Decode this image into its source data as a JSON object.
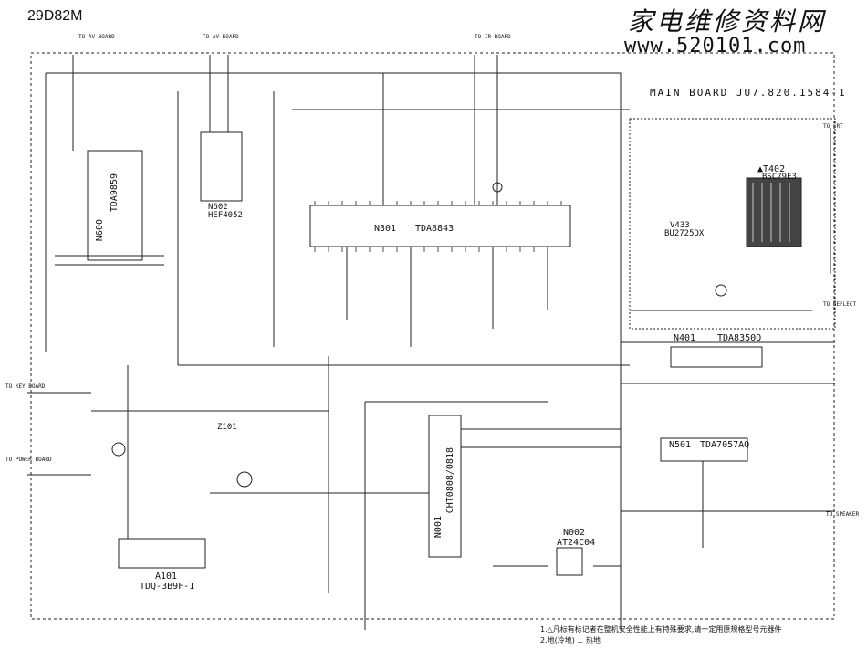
{
  "header": {
    "model": "29D82M",
    "brand": "家电维修资料网",
    "url": "www.520101.com",
    "board_title": "MAIN BOARD JU7.820.1584-1"
  },
  "components": {
    "tda9859": "TDA9859",
    "n600": "N600",
    "n602": "N602",
    "hef4052": "HEF4052",
    "n301": "N301",
    "tda8843": "TDA8843",
    "t402": "▲T402",
    "bsc": "BSC79E3",
    "v433": "V433",
    "v433_part": "BU2725DX",
    "n401": "N401",
    "tda8350q": "TDA8350Q",
    "n501": "N501",
    "tda7057aq": "TDA7057AQ",
    "n001": "N001",
    "cht": "CHT0808/0818",
    "n002": "N002",
    "at24c04": "AT24C04",
    "a101": "A101",
    "tuner": "TDQ-3B9F-1",
    "z101": "Z101"
  },
  "connectors": {
    "to_av_board_1": "TO AV BOARD",
    "to_av_board_2": "TO AV BOARD",
    "to_ir_board": "TO IR BOARD",
    "to_key_board": "TO KEY BOARD",
    "to_power_board": "TO POWER BOARD",
    "to_deflect": "TO DEFLECT",
    "to_speaker": "TO SPEAKER",
    "to_crt": "TO CRT"
  },
  "notes": {
    "line1": "1.△凡标有标记者在整机安全性能上有特殊要求,请一定用原规格型号元器件",
    "line2": "2.地(冷地)   ⊥ 热地"
  }
}
